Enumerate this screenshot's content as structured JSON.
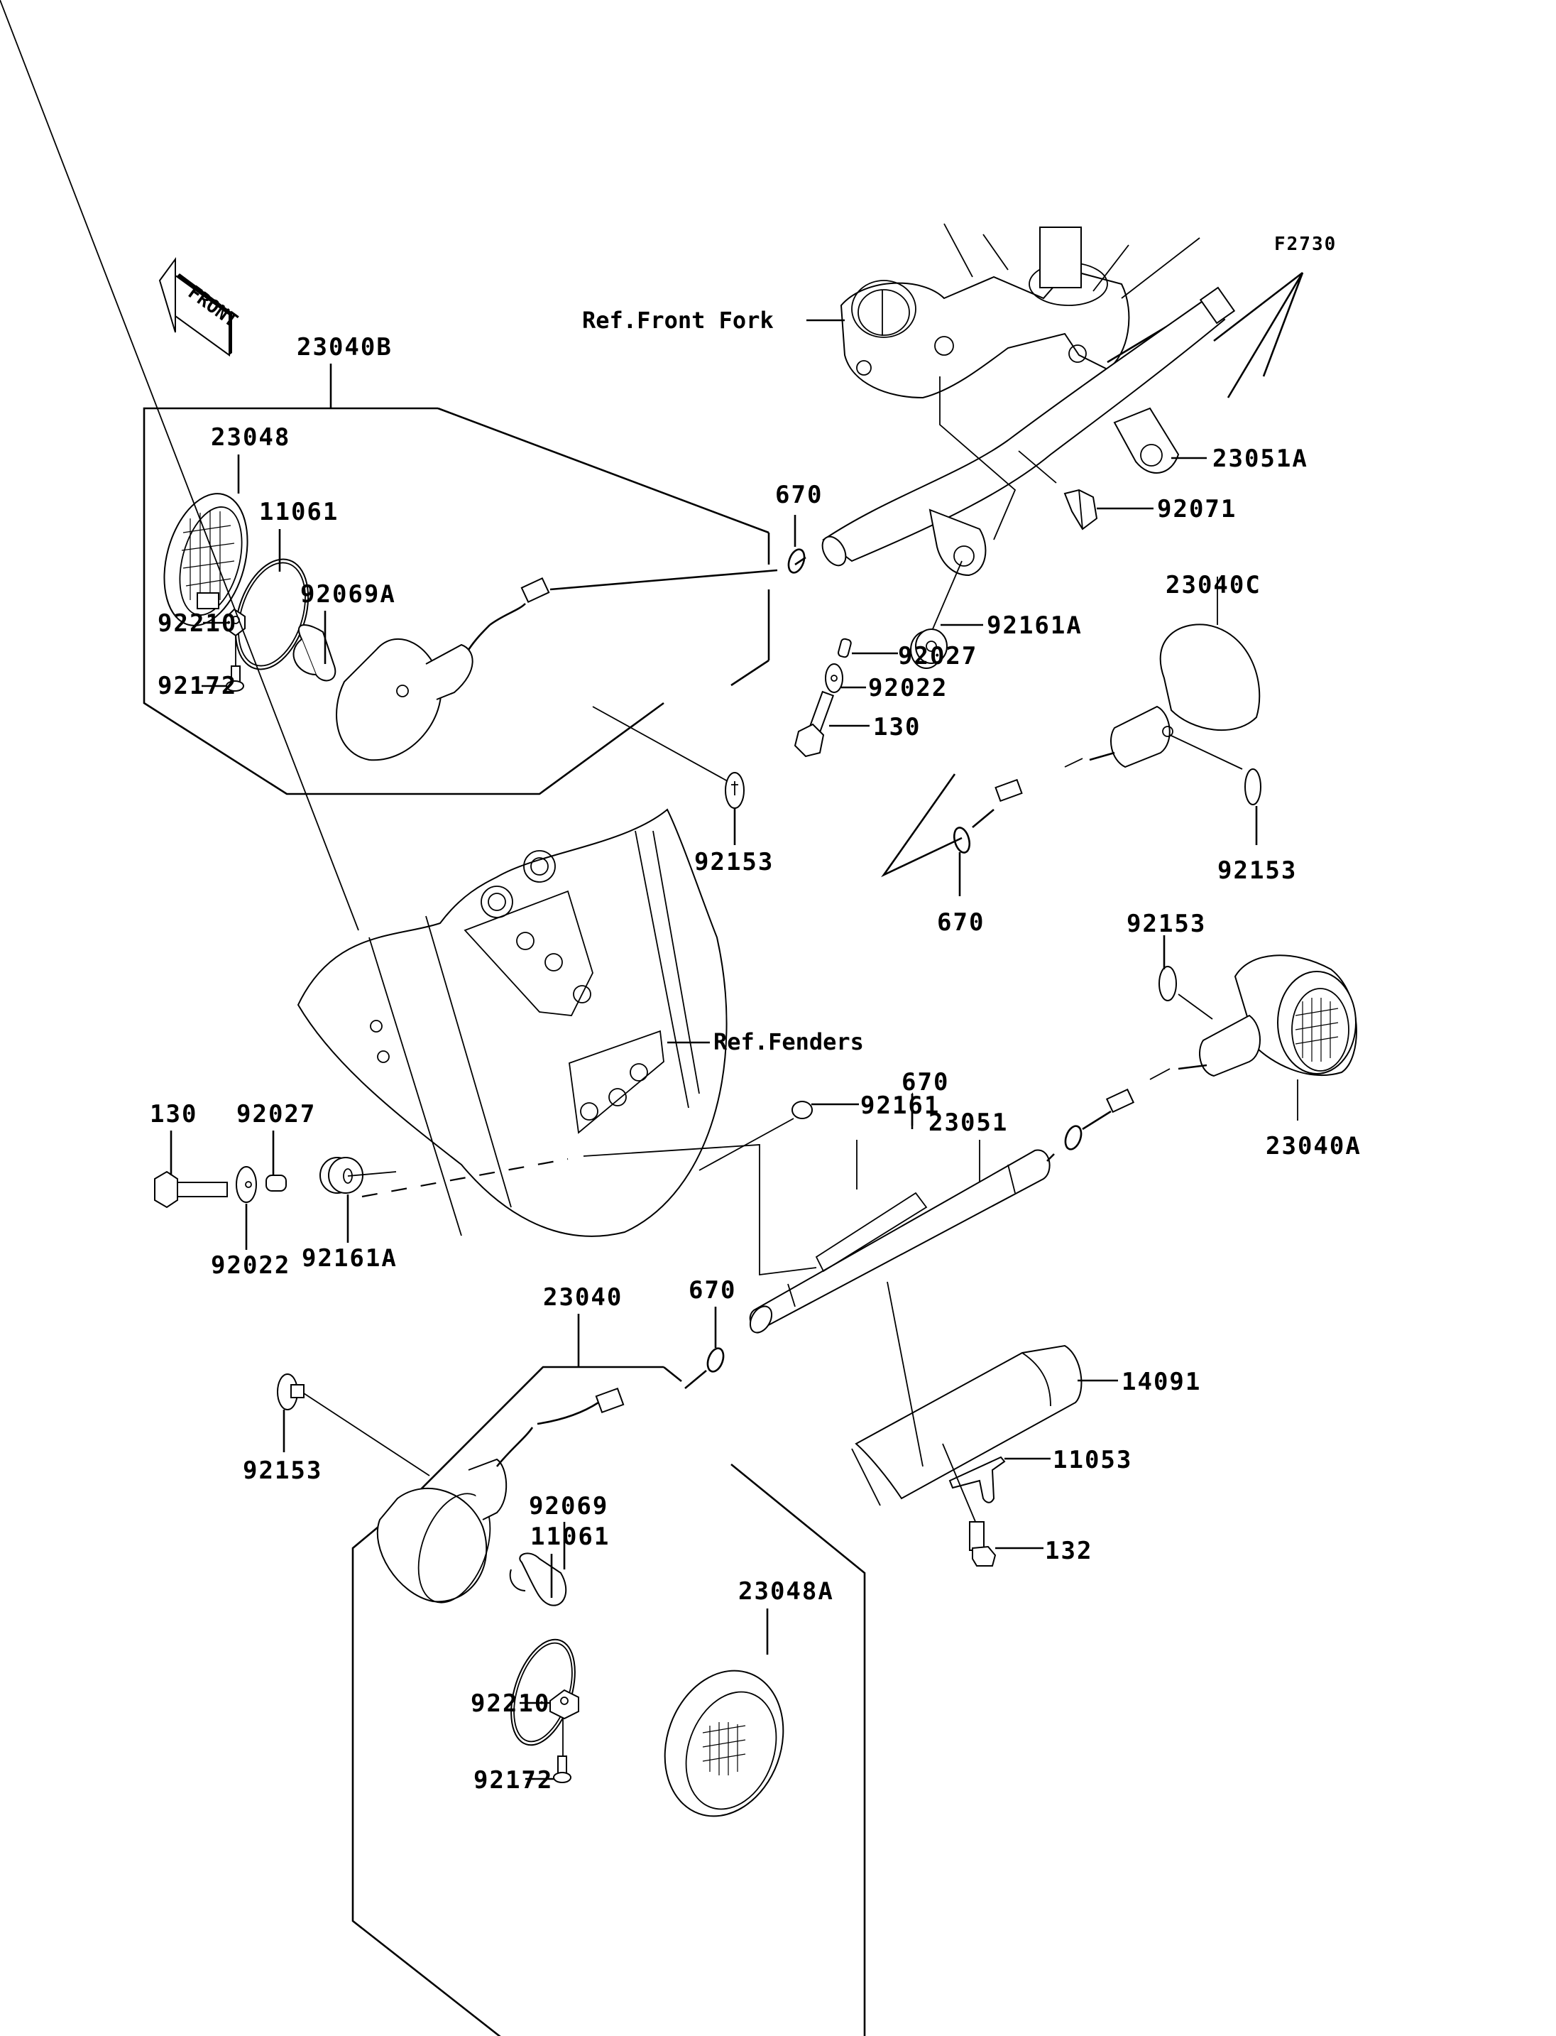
{
  "diagram": {
    "code": "F2730",
    "front_arrow": "FRONT",
    "references": {
      "front_fork": "Ref.Front Fork",
      "fenders": "Ref.Fenders"
    },
    "labels": {
      "a23040B": "23040B",
      "a23048": "23048",
      "a11061_top": "11061",
      "a92069A": "92069A",
      "a92210_top": "92210",
      "a92172_top": "92172",
      "a92153_top": "92153",
      "a670_top": "670",
      "a23051A": "23051A",
      "a92071": "92071",
      "a92161A_top": "92161A",
      "a92027_top": "92027",
      "a92022_top": "92022",
      "a130_top": "130",
      "a23040C": "23040C",
      "a92153_c": "92153",
      "a670_c": "670",
      "a92153_a": "92153",
      "a670_mid": "670",
      "a23040A": "23040A",
      "a92161": "92161",
      "a23051": "23051",
      "a130_left": "130",
      "a92027_left": "92027",
      "a92022_left": "92022",
      "a92161A_left": "92161A",
      "a23040": "23040",
      "a670_bottom": "670",
      "a14091": "14091",
      "a11053": "11053",
      "a132": "132",
      "a92153_bottom": "92153",
      "a92069": "92069",
      "a11061_bottom": "11061",
      "a23048A": "23048A",
      "a92210_bottom": "92210",
      "a92172_bottom": "92172"
    }
  }
}
